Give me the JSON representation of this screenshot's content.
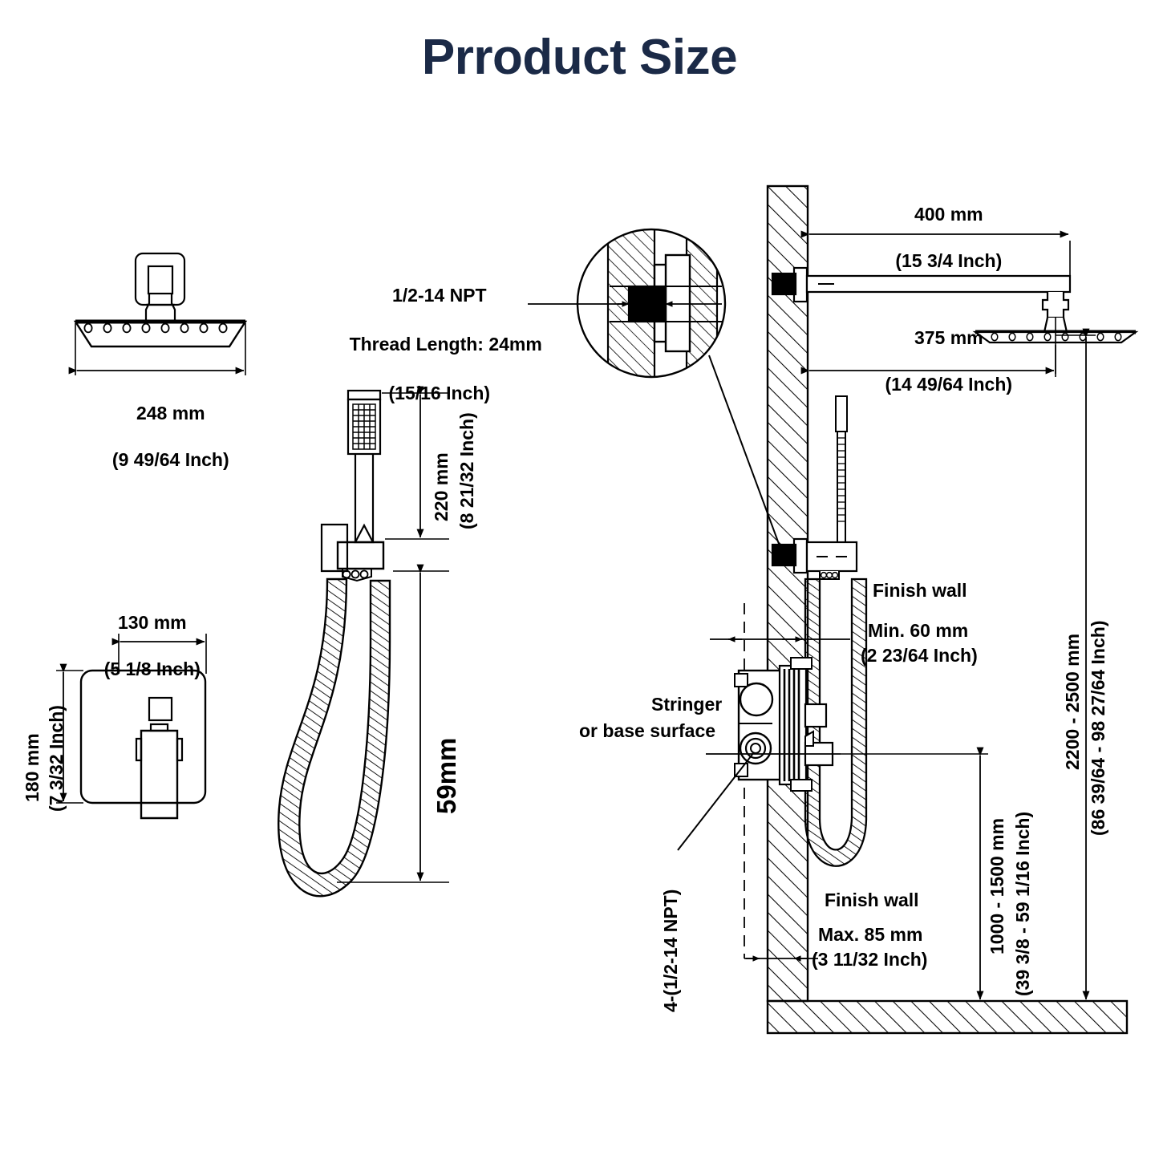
{
  "title": "Prroduct Size",
  "title_color": "#1b2a47",
  "line_color": "#000000",
  "labels": {
    "showerhead_width_mm": "248 mm",
    "showerhead_width_in": "(9 49/64 Inch)",
    "trim_width_mm": "130 mm",
    "trim_width_in": "(5 1/8 Inch)",
    "trim_height_mm": "180 mm",
    "trim_height_in": "(7 3/32 Inch)",
    "handheld_len_mm": "220 mm",
    "handheld_len_in": "(8 21/32 Inch)",
    "hose_len": "59mm",
    "npt_spec": "1/2-14 NPT",
    "npt_thread_len": "Thread Length: 24mm",
    "npt_thread_in": "(15/16 Inch)",
    "arm_reach_mm": "400 mm",
    "arm_reach_in": "(15 3/4 Inch)",
    "head_center_mm": "375 mm",
    "head_center_in": "(14 49/64 Inch)",
    "finish_wall_min_title": "Finish wall",
    "finish_wall_min_mm": "Min. 60 mm",
    "finish_wall_min_in": "(2 23/64 Inch)",
    "finish_wall_max_title": "Finish wall",
    "finish_wall_max_mm": "Max. 85 mm",
    "finish_wall_max_in": "(3 11/32 Inch)",
    "stringer_line1": "Stringer",
    "stringer_line2": "or base surface",
    "ports_npt": "4-(1/2-14 NPT)",
    "head_height_mm": "2200 - 2500 mm",
    "head_height_in": "(86 39/64 - 98 27/64 Inch)",
    "valve_height_mm": "1000 - 1500 mm",
    "valve_height_in": "(39 3/8 - 59 1/16 Inch)"
  }
}
